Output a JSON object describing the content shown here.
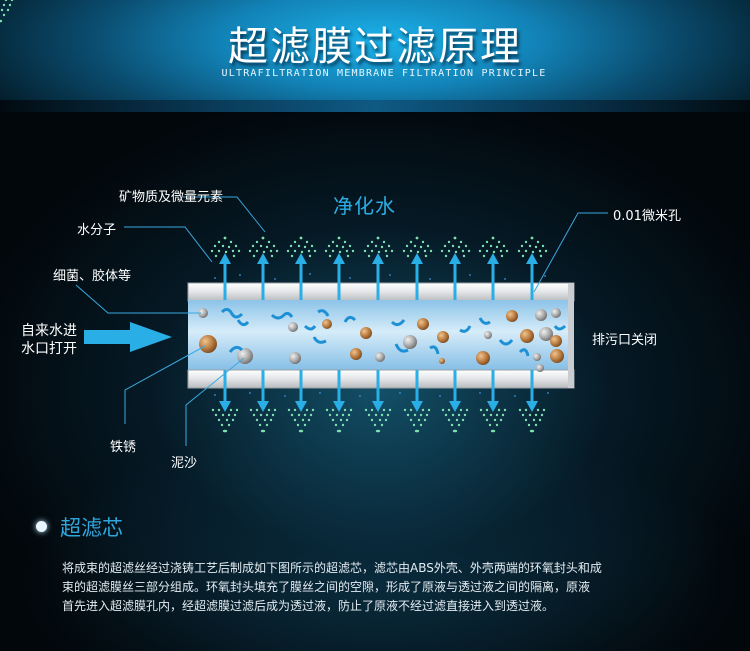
{
  "header": {
    "title": "超滤膜过滤原理",
    "subtitle": "ULTRAFILTRATION MEMBRANE FILTRATION PRINCIPLE"
  },
  "diagram": {
    "purified_water_label": "净化水",
    "labels": {
      "minerals": "矿物质及微量元素",
      "water_molecule": "水分子",
      "bacteria_colloid": "细菌、胶体等",
      "inlet_line1": "自来水进",
      "inlet_line2": "水口打开",
      "rust": "铁锈",
      "sand": "泥沙",
      "pore_size": "0.01微米孔",
      "drain_closed": "排污口关闭"
    },
    "colors": {
      "accent_blue": "#2aaee6",
      "tube_wall": "#e4e6e8",
      "tube_inner": "#a9d4ef",
      "rust_particle": "#b87a3e",
      "sand_particle": "#a8a8a8",
      "mineral_dot": "#7fe0b0"
    }
  },
  "section": {
    "title": "超滤芯",
    "paragraph_lines": [
      "将成束的超滤丝经过浇铸工艺后制成如下图所示的超滤芯，滤芯由ABS外壳、外壳两端的环氧封头和成",
      "束的超滤膜丝三部分组成。环氧封头填充了膜丝之间的空隙，形成了原液与透过液之间的隔离，原液",
      "首先进入超滤膜孔内，经超滤膜过滤后成为透过液，防止了原液不经过滤直接进入到透过液。"
    ]
  }
}
